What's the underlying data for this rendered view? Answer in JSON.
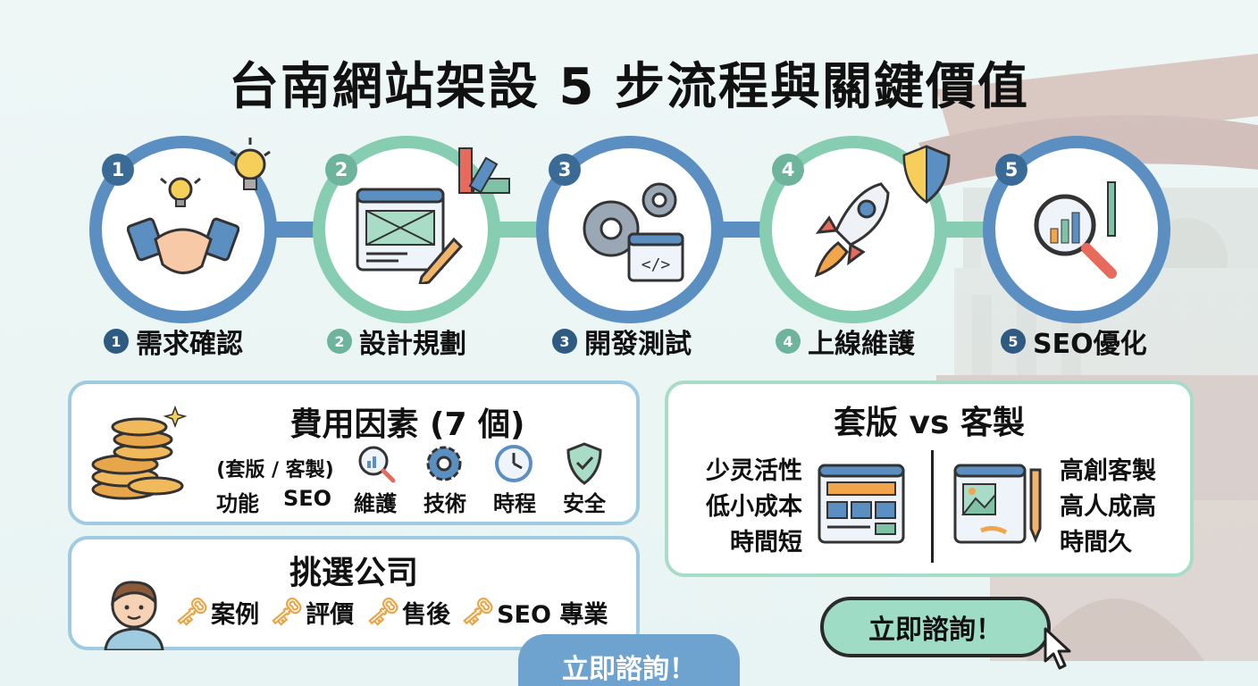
{
  "title": "台南網站架設 5 步流程與關鍵價值",
  "steps": [
    {
      "num": "1",
      "label": "需求確認",
      "icon": "handshake-icon"
    },
    {
      "num": "2",
      "label": "設計規劃",
      "icon": "wireframe-pencil-icon"
    },
    {
      "num": "3",
      "label": "開發測試",
      "icon": "gears-code-icon"
    },
    {
      "num": "4",
      "label": "上線維護",
      "icon": "rocket-shield-icon"
    },
    {
      "num": "5",
      "label": "SEO優化",
      "icon": "magnifier-chart-icon"
    }
  ],
  "cost_factors": {
    "title": "費用因素 (7 個)",
    "items": [
      "(套版 / 客製)",
      "功能",
      "SEO",
      "維護",
      "技術",
      "時程",
      "安全"
    ]
  },
  "choose_company": {
    "title": "挑選公司",
    "items": [
      "案例",
      "評價",
      "售後",
      "SEO 專業"
    ]
  },
  "template_vs_custom": {
    "title": "套版 vs 客製",
    "template_lines": [
      "少灵活性",
      "低小成本",
      "時間短"
    ],
    "custom_lines": [
      "高創客製",
      "高人成高",
      "時間久"
    ]
  },
  "cta_bottom": "立即諮詢！",
  "cta_right": "立即諮詢！",
  "colors": {
    "blue_ring": "#5b8fc1",
    "green_ring": "#86cdb2",
    "cta_blue": "#6ea3cf",
    "cta_green": "#9fdcc6"
  }
}
